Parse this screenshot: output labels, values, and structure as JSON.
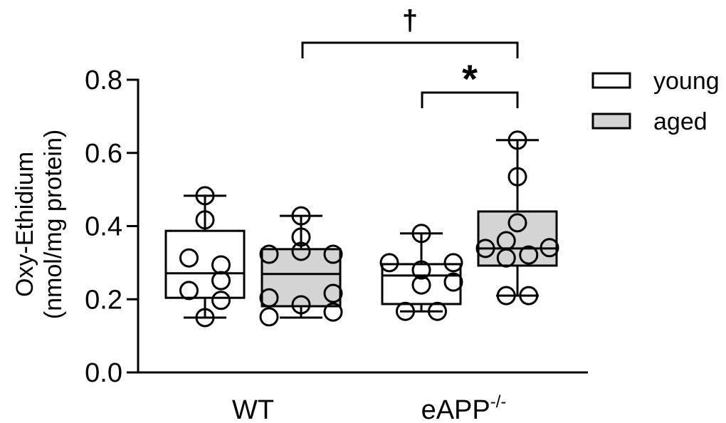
{
  "chart_data": {
    "type": "box",
    "title": "",
    "ylabel": "Oxy-Ethidium",
    "ylabel_line2": "(nmol/mg protein)",
    "xlabel": "",
    "ylim": [
      0.0,
      0.8
    ],
    "yticks": [
      0.0,
      0.2,
      0.4,
      0.6,
      0.8
    ],
    "ytick_labels": [
      "0.0",
      "0.2",
      "0.4",
      "0.6",
      "0.8"
    ],
    "grid": false,
    "categories": [
      {
        "label": "WT",
        "superscript": ""
      },
      {
        "label": "eAPP",
        "superscript": "-/-"
      }
    ],
    "legend": {
      "position": "top-right",
      "entries": [
        {
          "name": "young",
          "fill": "#ffffff"
        },
        {
          "name": "aged",
          "fill": "#d4d4d4"
        }
      ]
    },
    "colors": {
      "stroke": "#000000",
      "young_fill": "#ffffff",
      "aged_fill": "#d4d4d4"
    },
    "series": [
      {
        "name": "young",
        "boxes": [
          {
            "category": "WT",
            "min": 0.15,
            "q1": 0.204,
            "median": 0.271,
            "q3": 0.387,
            "max": 0.483,
            "points": [
              {
                "y": 0.483,
                "offset": 0
              },
              {
                "y": 0.417,
                "offset": 0
              },
              {
                "y": 0.313,
                "offset": -1
              },
              {
                "y": 0.294,
                "offset": 1
              },
              {
                "y": 0.251,
                "offset": 1
              },
              {
                "y": 0.224,
                "offset": -1
              },
              {
                "y": 0.197,
                "offset": 1
              },
              {
                "y": 0.15,
                "offset": 0
              }
            ]
          },
          {
            "category": "eAPP-/-",
            "min": 0.167,
            "q1": 0.187,
            "median": 0.265,
            "q3": 0.296,
            "max": 0.38,
            "points": [
              {
                "y": 0.38,
                "offset": 0
              },
              {
                "y": 0.3,
                "offset": -2
              },
              {
                "y": 0.3,
                "offset": 2
              },
              {
                "y": 0.28,
                "offset": 0
              },
              {
                "y": 0.247,
                "offset": 2
              },
              {
                "y": 0.239,
                "offset": 0
              },
              {
                "y": 0.167,
                "offset": -1
              },
              {
                "y": 0.167,
                "offset": 1
              }
            ]
          }
        ]
      },
      {
        "name": "aged",
        "boxes": [
          {
            "category": "WT",
            "min": 0.15,
            "q1": 0.181,
            "median": 0.269,
            "q3": 0.337,
            "max": 0.428,
            "points": [
              {
                "y": 0.428,
                "offset": 0
              },
              {
                "y": 0.37,
                "offset": 0
              },
              {
                "y": 0.331,
                "offset": 0
              },
              {
                "y": 0.323,
                "offset": -2
              },
              {
                "y": 0.323,
                "offset": 2
              },
              {
                "y": 0.216,
                "offset": 2
              },
              {
                "y": 0.204,
                "offset": -2
              },
              {
                "y": 0.185,
                "offset": 0
              },
              {
                "y": 0.165,
                "offset": 2
              },
              {
                "y": 0.152,
                "offset": -2
              }
            ]
          },
          {
            "category": "eAPP-/-",
            "min": 0.21,
            "q1": 0.292,
            "median": 0.339,
            "q3": 0.44,
            "max": 0.635,
            "points": [
              {
                "y": 0.635,
                "offset": 0
              },
              {
                "y": 0.535,
                "offset": 0
              },
              {
                "y": 0.409,
                "offset": 0
              },
              {
                "y": 0.36,
                "offset": -0.7
              },
              {
                "y": 0.341,
                "offset": 2
              },
              {
                "y": 0.339,
                "offset": -2
              },
              {
                "y": 0.321,
                "offset": 0.7
              },
              {
                "y": 0.313,
                "offset": -0.7
              },
              {
                "y": 0.21,
                "offset": -0.7
              },
              {
                "y": 0.21,
                "offset": 0.7
              }
            ]
          }
        ]
      }
    ],
    "annotations": [
      {
        "symbol": "†",
        "from": "WT aged",
        "to": "eAPP-/- aged",
        "level": 2
      },
      {
        "symbol": "*",
        "from": "eAPP-/- young",
        "to": "eAPP-/- aged",
        "level": 1
      }
    ]
  }
}
